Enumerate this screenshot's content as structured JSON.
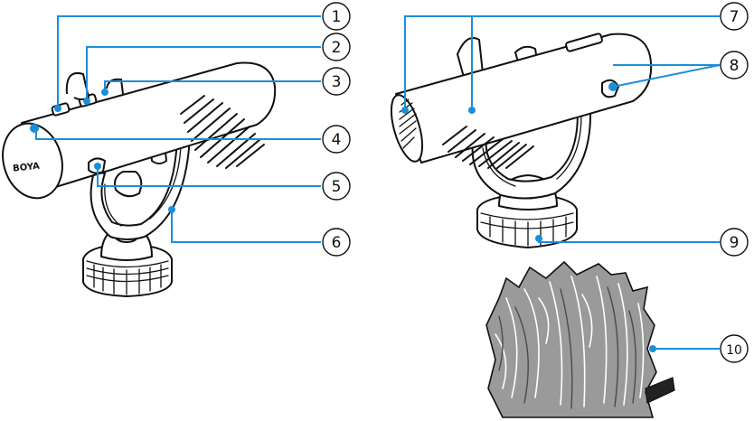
{
  "brand_label": "BOYA",
  "callouts": [
    "1",
    "2",
    "3",
    "4",
    "5",
    "6",
    "7",
    "8",
    "9",
    "10"
  ],
  "colors": {
    "leader_line": "#1a8fd8",
    "line_art": "#111111",
    "background": "#ffffff",
    "fur_fill": "#9a9a9a"
  }
}
